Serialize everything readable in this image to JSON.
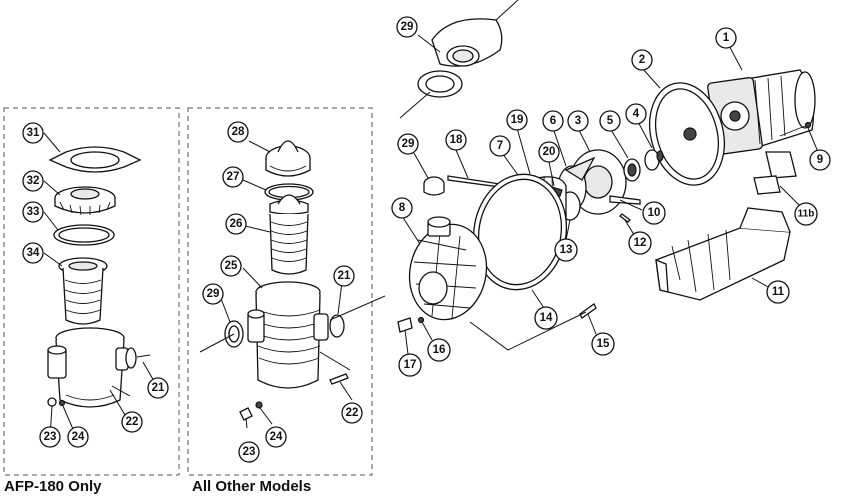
{
  "sections": {
    "afp180_label": "AFP-180 Only",
    "other_label": "All Other Models"
  },
  "callouts": {
    "c1": "1",
    "c2": "2",
    "c3": "3",
    "c4": "4",
    "c5": "5",
    "c6": "6",
    "c7": "7",
    "c8": "8",
    "c9": "9",
    "c10": "10",
    "c11": "11",
    "c11b": "11b",
    "c12": "12",
    "c13": "13",
    "c14": "14",
    "c15": "15",
    "c16": "16",
    "c17": "17",
    "c18": "18",
    "c19": "19",
    "c20": "20",
    "c29_top": "29",
    "c29_mid": "29",
    "c31": "31",
    "c32": "32",
    "c33": "33",
    "c34": "34",
    "c21_left": "21",
    "c22_left": "22",
    "c23_left": "23",
    "c24_left": "24",
    "c28": "28",
    "c27": "27",
    "c26": "26",
    "c25": "25",
    "c29_left": "29",
    "c21_mid": "21",
    "c22_mid": "22",
    "c23_mid": "23",
    "c24_mid": "24"
  }
}
